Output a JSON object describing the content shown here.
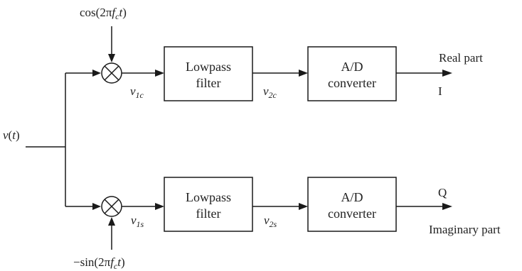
{
  "input": {
    "var": "v",
    "arg": "t"
  },
  "mixers": {
    "top": {
      "symbol": "⊗",
      "osc": {
        "fn": "cos(2",
        "pi": "π",
        "f": "f",
        "fsub": "c",
        "t": "t",
        "close": ")"
      }
    },
    "bottom": {
      "symbol": "⊗",
      "osc": {
        "fn": "−sin(2",
        "pi": "π",
        "f": "f",
        "fsub": "c",
        "t": "t",
        "close": ")"
      }
    }
  },
  "signals": {
    "v1c": {
      "base": "v",
      "sub": "1c"
    },
    "v2c": {
      "base": "v",
      "sub": "2c"
    },
    "v1s": {
      "base": "v",
      "sub": "1s"
    },
    "v2s": {
      "base": "v",
      "sub": "2s"
    }
  },
  "blocks": {
    "lpf_top": {
      "line1": "Lowpass",
      "line2": "filter"
    },
    "adc_top": {
      "line1": "A/D",
      "line2": "converter"
    },
    "lpf_bottom": {
      "line1": "Lowpass",
      "line2": "filter"
    },
    "adc_bottom": {
      "line1": "A/D",
      "line2": "converter"
    }
  },
  "outputs": {
    "top": {
      "label": "Real part",
      "code": "I"
    },
    "bottom": {
      "label": "Imaginary part",
      "code": "Q"
    }
  }
}
